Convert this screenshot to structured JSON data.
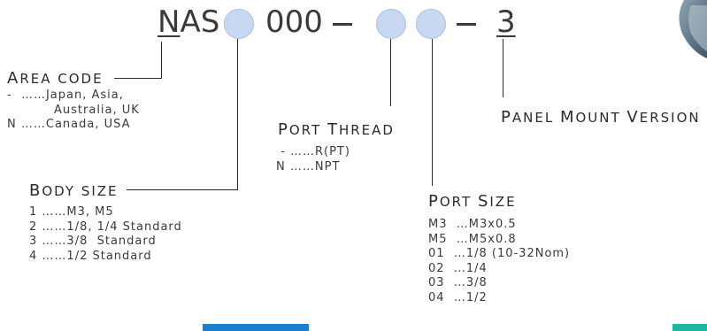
{
  "code": {
    "prefix_first": "N",
    "prefix_rest": "AS",
    "number": "000",
    "suffix": "3"
  },
  "sections": {
    "area_code": {
      "heading_cap": "A",
      "heading_rest": "rea Code",
      "options": [
        {
          "code": "-",
          "value": "……Japan, Asia,"
        },
        {
          "code": "",
          "value": "Australia, UK"
        },
        {
          "code": "N",
          "value": "……Canada, USA"
        }
      ]
    },
    "body_size": {
      "heading_cap": "B",
      "heading_rest": "ody Size",
      "options": [
        {
          "code": "1",
          "value": "……M3, M5"
        },
        {
          "code": "2",
          "value": "……1/8, 1/4 Standard"
        },
        {
          "code": "3",
          "value": "……3/8  Standard"
        },
        {
          "code": "4",
          "value": "……1/2 Standard"
        }
      ]
    },
    "port_thread": {
      "heading_cap1": "P",
      "heading_rest1": "ort ",
      "heading_cap2": "T",
      "heading_rest2": "hread",
      "options": [
        {
          "code": "-",
          "value": "……R(PT)"
        },
        {
          "code": "N",
          "value": "……NPT"
        }
      ]
    },
    "port_size": {
      "heading_cap1": "P",
      "heading_rest1": "ort ",
      "heading_cap2": "S",
      "heading_rest2": "ize",
      "options": [
        {
          "code": "M3",
          "value": "…M3x0.5"
        },
        {
          "code": "M5",
          "value": "…M5x0.8"
        },
        {
          "code": "01",
          "value": "…1/8 (10-32Nom)"
        },
        {
          "code": "02",
          "value": "…1/4"
        },
        {
          "code": "03",
          "value": "…3/8"
        },
        {
          "code": "04",
          "value": "…1/2"
        }
      ]
    },
    "panel_mount": {
      "heading_cap1": "P",
      "heading_rest1": "anel ",
      "heading_cap2": "M",
      "heading_rest2": "ount ",
      "heading_cap3": "V",
      "heading_rest3": "ersion"
    }
  },
  "colors": {
    "slot_fill": "#c9d8f2",
    "accent_blue": "#1a7fd0",
    "accent_teal": "#1fb5a0"
  }
}
